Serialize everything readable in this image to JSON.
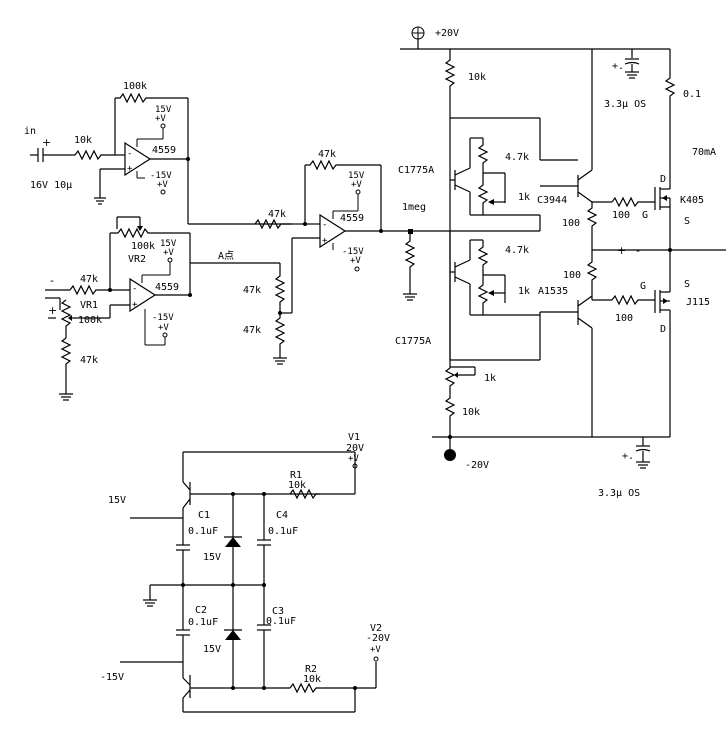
{
  "labels": {
    "in": "in",
    "in_r": "10k",
    "in_cap": "16V 10μ",
    "fb1": "100k",
    "u1": "4559",
    "u1_vp": "15V",
    "u1_vp2": "+V",
    "u1_vn": "-15V",
    "u1_vn2": "+V",
    "vr2_val": "100k",
    "vr2": "VR2",
    "u2": "4559",
    "u2_vp": "15V",
    "u2_vp2": "+V",
    "u2_vn": "-15V",
    "u2_vn2": "+V",
    "a_point": "A点",
    "r_a1": "47k",
    "r_a2": "47k",
    "minus": "-",
    "plus": "+",
    "r_m": "47k",
    "vr1": "VR1",
    "vr1_val": "100k",
    "r_vr1": "47k",
    "fb3": "47k",
    "u3": "4559",
    "u3_vp": "15V",
    "u3_vp2": "+V",
    "u3_vn": "-15V",
    "u3_vn2": "+V",
    "r_u3in": "47k",
    "meg": "1meg",
    "vplus": "+20V",
    "r_top": "10k",
    "q_c1775a_top": "C1775A",
    "r47_top": "4.7k",
    "r1k_top": "1k",
    "q_c3944": "C3944",
    "r100_top": "100",
    "r47_bot": "4.7k",
    "r1k_bot": "1k",
    "q_a1535": "A1535",
    "r100_bot": "100",
    "q_c1775a_bot": "C1775A",
    "r1k_pot": "1k",
    "r10k_bot": "10k",
    "vminus": "-20V",
    "cap_top_plus": "+.",
    "cap_top": "3.3μ OS",
    "r01": "0.1",
    "i70": "70mA",
    "d_top": "D",
    "g_top": "G",
    "k405": "K405",
    "s_top": "S",
    "r100g_top": "100",
    "out_plus": "+",
    "out_minus": "-",
    "s_bot": "S",
    "g_bot": "G",
    "j115": "J115",
    "r100g_bot": "100",
    "d_bot": "D",
    "cap_bot_plus": "+.",
    "cap_bot": "3.3μ OS",
    "v1": "V1",
    "v1_v": "20V",
    "v1_p": "+V",
    "r1": "R1",
    "r1_val": "10k",
    "in15": "15V",
    "c1": "C1",
    "c1_val": "0.1uF",
    "c4": "C4",
    "c4_val": "0.1uF",
    "z1": "15V",
    "c2": "C2",
    "c2_val": "0.1uF",
    "c3": "C3",
    "c3_val": "0.1uF",
    "z2": "15V",
    "v2": "V2",
    "v2_v": "-20V",
    "v2_p": "+V",
    "r2": "R2",
    "r2_val": "10k",
    "inm15": "-15V"
  }
}
